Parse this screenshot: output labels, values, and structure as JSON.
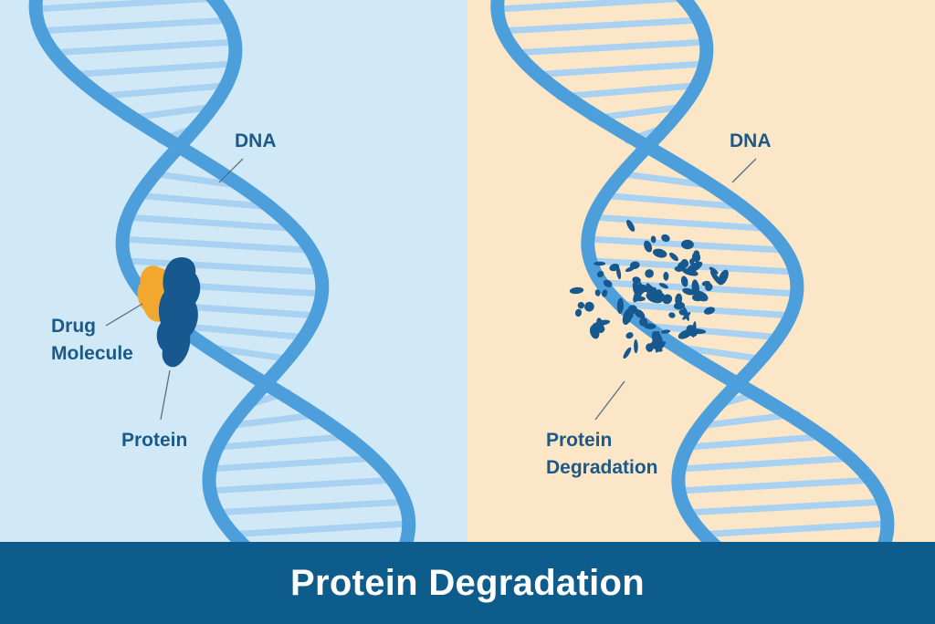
{
  "left_panel": {
    "dna_label": "DNA",
    "drug_label": "Drug\nMolecule",
    "protein_label": "Protein"
  },
  "right_panel": {
    "dna_label": "DNA",
    "degradation_label": "Protein\nDegradation"
  },
  "footer": {
    "title": "Protein Degradation"
  },
  "colors": {
    "left_bg": "#d1e9f6",
    "right_bg": "#fbe6c7",
    "helix": "#4d9fdc",
    "rung": "#a9d1f2",
    "protein": "#17588e",
    "drug": "#f2a72e",
    "label_text": "#1b5a88",
    "footer_bg": "#0d5c8c"
  }
}
